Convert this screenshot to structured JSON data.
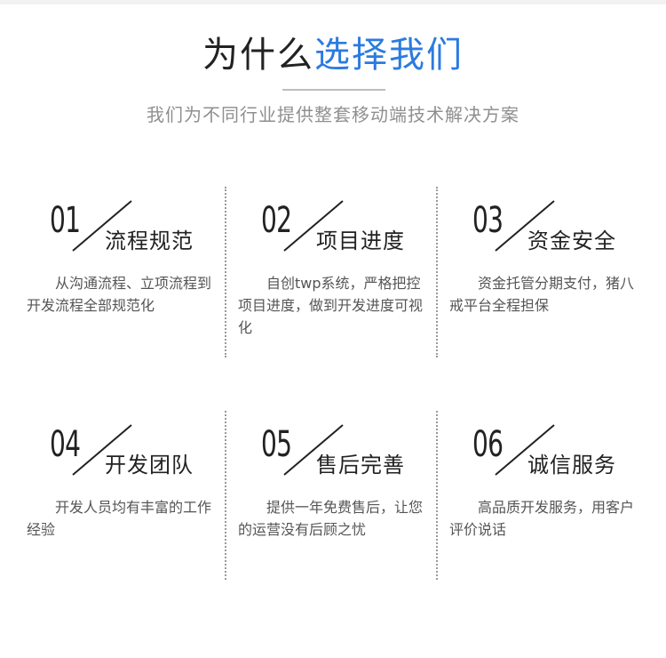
{
  "header": {
    "title_plain": "为什么",
    "title_accent": "选择我们",
    "subtitle": "我们为不同行业提供整套移动端技术解决方案"
  },
  "colors": {
    "accent": "#2b7be0",
    "text": "#222222",
    "muted": "#8f8f8f",
    "body": "#555555"
  },
  "features": [
    {
      "num": "01",
      "title": "流程规范",
      "desc": "从沟通流程、立项流程到开发流程全部规范化"
    },
    {
      "num": "02",
      "title": "项目进度",
      "desc": "自创twp系统，严格把控项目进度，做到开发进度可视化"
    },
    {
      "num": "03",
      "title": "资金安全",
      "desc": "资金托管分期支付，猪八戒平台全程担保"
    },
    {
      "num": "04",
      "title": "开发团队",
      "desc": "开发人员均有丰富的工作经验"
    },
    {
      "num": "05",
      "title": "售后完善",
      "desc": "提供一年免费售后，让您的运营没有后顾之忧"
    },
    {
      "num": "06",
      "title": "诚信服务",
      "desc": "高品质开发服务，用客户评价说话"
    }
  ]
}
